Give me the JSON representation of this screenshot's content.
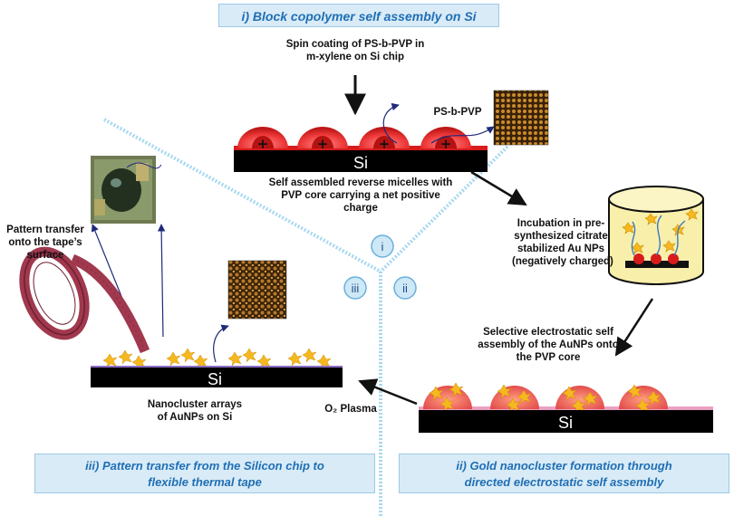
{
  "colors": {
    "banner_fill": "#d9ebf6",
    "banner_text": "#1f6fb5",
    "divider": "#a8d8f0",
    "substrate": "#000000",
    "micelle_shell": "#d81b1b",
    "micelle_core": "#ff5a5a",
    "gold": "#f5b81f",
    "tape": "#a0384e",
    "beaker_fill": "#f8efab"
  },
  "banners": {
    "step1": "i) Block copolymer self assembly on Si",
    "step2_line1": "ii) Gold nanocluster formation through",
    "step2_line2": "directed electrostatic  self assembly",
    "step3_line1": "iii) Pattern transfer from the Silicon chip to",
    "step3_line2": "flexible thermal tape"
  },
  "labels": {
    "spin_line1": "Spin coating of PS-b-PVP in",
    "spin_line2": "m-xylene on Si chip",
    "polymer": "PS-b-PVP",
    "micelle_line1": "Self assembled reverse micelles with",
    "micelle_line2": "PVP core carrying a net positive",
    "micelle_line3": "charge",
    "incubation_line1": "Incubation in pre-",
    "incubation_line2": "synthesized citrate",
    "incubation_line3": "stabilized Au NPs",
    "incubation_line4": "(negatively charged)",
    "selective_line1": "Selective electrostatic self",
    "selective_line2": "assembly of the AuNPs onto",
    "selective_line3": "the PVP core",
    "plasma": "O₂ Plasma",
    "nanocluster_line1": "Nanocluster arrays",
    "nanocluster_line2": "of AuNPs on Si",
    "transfer_line1": "Pattern transfer",
    "transfer_line2": "onto the tape’s",
    "transfer_line3": "surface",
    "substrate": "Si",
    "charge": "+"
  },
  "step_markers": [
    "i",
    "ii",
    "iii"
  ]
}
